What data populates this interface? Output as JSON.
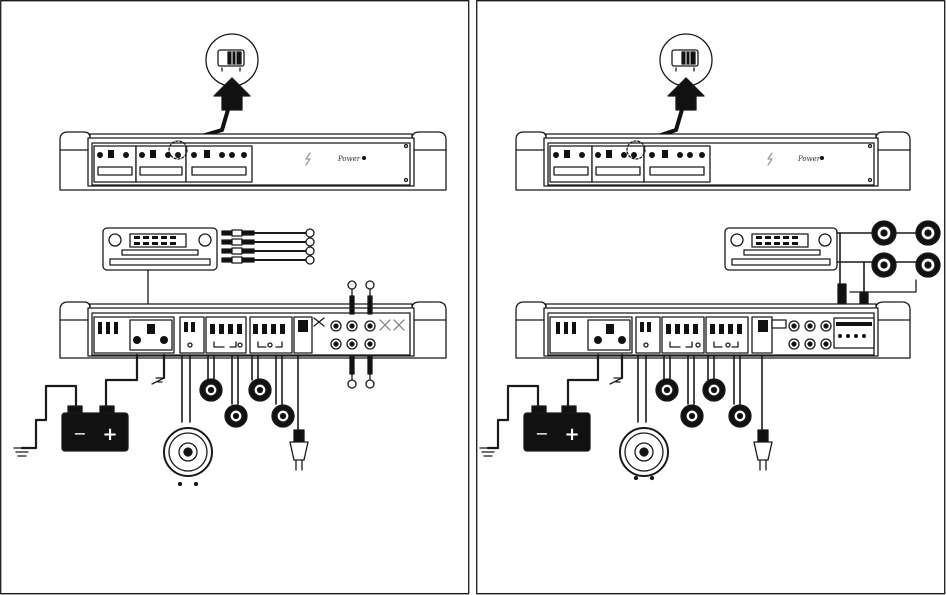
{
  "panels": [
    {
      "amp_brand": "Power",
      "switch_marking": "II",
      "battery_minus": "−",
      "battery_plus": "+"
    },
    {
      "amp_brand": "Power",
      "switch_marking": "II",
      "battery_minus": "−",
      "battery_plus": "+"
    }
  ]
}
